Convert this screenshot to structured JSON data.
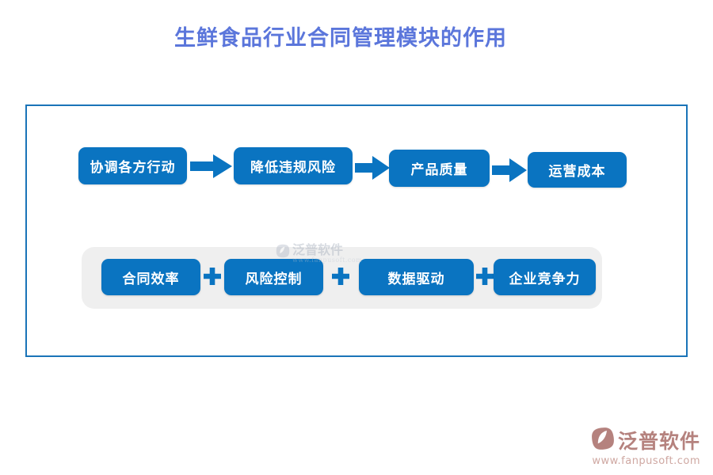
{
  "title": "生鲜食品行业合同管理模块的作用",
  "colors": {
    "box_blue": "#0a74c1",
    "title_blue": "#5b76db",
    "frame_border_blue": "#1a74b8",
    "panel_gray": "#efefef",
    "logo_rose": "#b5827e",
    "logo_url_rose": "#cfa8a2"
  },
  "flow_row": {
    "boxes": [
      {
        "label": "协调各方行动"
      },
      {
        "label": "降低违规风险"
      },
      {
        "label": "产品质量"
      },
      {
        "label": "运营成本"
      }
    ]
  },
  "benefit_row": {
    "boxes": [
      {
        "label": "合同效率"
      },
      {
        "label": "风险控制"
      },
      {
        "label": "数据驱动"
      },
      {
        "label": "企业竞争力"
      }
    ]
  },
  "watermark": {
    "name": "泛普软件",
    "url": "www.fanpusoft.com"
  },
  "footer": {
    "brand": "泛普软件",
    "url": "www.fanpusoft.com"
  }
}
